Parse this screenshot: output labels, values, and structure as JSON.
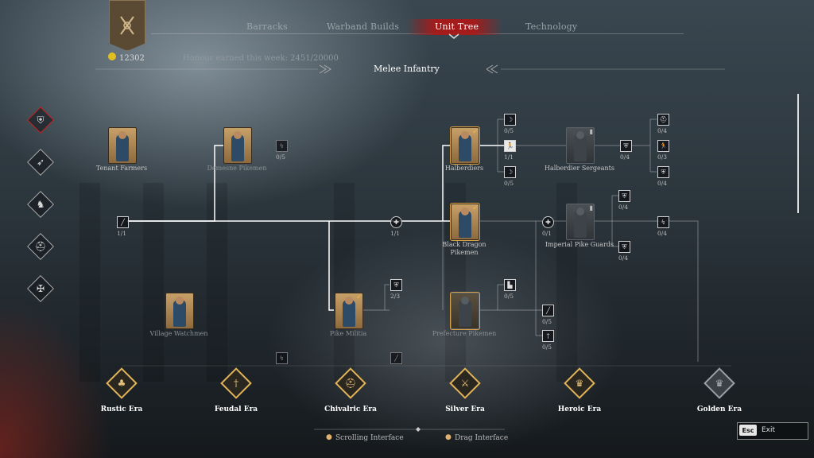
{
  "header": {
    "tabs": [
      {
        "label": "Barracks"
      },
      {
        "label": "Warband Builds"
      },
      {
        "label": "Unit Tree",
        "active": true
      },
      {
        "label": "Technology"
      }
    ],
    "honour_total": "12302",
    "honour_week": "Honour earned this week: 2451/20000",
    "section_title": "Melee Infantry"
  },
  "categories": [
    {
      "icon": "shield-icon",
      "active": true
    },
    {
      "icon": "bow-icon"
    },
    {
      "icon": "horse-icon"
    },
    {
      "icon": "helmet-icon"
    },
    {
      "icon": "crest-icon"
    }
  ],
  "units": {
    "tenant_farmers": "Tenant Farmers",
    "demesne_pikemen": "Demesne Pikemen",
    "halberdiers": "Halberdiers",
    "halberdier_sergeants": "Halberdier Sergeants",
    "black_dragon_pikemen": "Black Dragon Pikemen",
    "imperial_pike_guards": "Imperial Pike Guards",
    "village_watchmen": "Village Watchmen",
    "pike_militia": "Pike Militia",
    "prefecture_pikemen": "Prefecture Pikemen"
  },
  "upgrades": {
    "root": "1/1",
    "demesne": "0/5",
    "cross": "1/1",
    "pike_militia": "2/3",
    "hal_a": "0/5",
    "hal_b": "1/1",
    "hal_c": "0/5",
    "hs_shield": "0/4",
    "hs_a": "0/4",
    "hs_b": "0/3",
    "hs_c": "0/4",
    "ipg_cross": "0/1",
    "ipg_a": "0/4",
    "ipg_b": "0/4",
    "ipg_c": "0/4",
    "pref_a": "0/5",
    "pref_b": "0/5",
    "pref_c": "0/5"
  },
  "eras": [
    {
      "label": "Rustic Era"
    },
    {
      "label": "Feudal Era"
    },
    {
      "label": "Chivalric Era"
    },
    {
      "label": "Silver Era"
    },
    {
      "label": "Heroic Era"
    },
    {
      "label": "Golden Era"
    }
  ],
  "footer": {
    "hint_scroll": "Scrolling Interface",
    "hint_drag": "Drag Interface",
    "esc_key": "Esc",
    "esc_label": "Exit"
  }
}
